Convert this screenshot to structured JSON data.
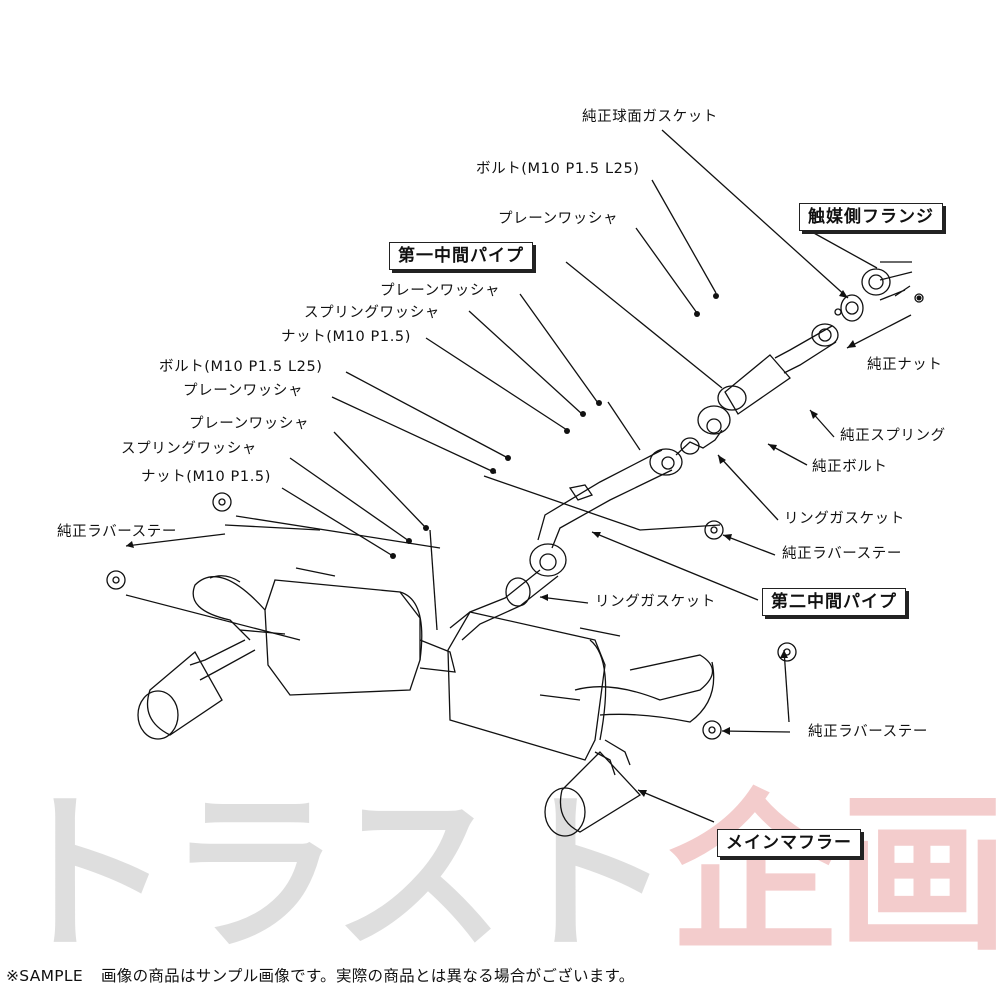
{
  "labels": {
    "genuine_ball_gasket": "純正球面ガスケット",
    "bolt_m10_l25_upper": "ボルト(M10 P1.5 L25)",
    "plain_washer_upper": "プレーンワッシャ",
    "catalyst_flange": "触媒側フランジ",
    "first_middle_pipe": "第一中間パイプ",
    "plain_washer_mid": "プレーンワッシャ",
    "spring_washer_mid": "スプリングワッシャ",
    "nut_m10_mid": "ナット(M10 P1.5)",
    "genuine_nut": "純正ナット",
    "bolt_m10_l25_lower": "ボルト(M10 P1.5 L25)",
    "plain_washer_lower_a": "プレーンワッシャ",
    "plain_washer_lower_b": "プレーンワッシャ",
    "spring_washer_lower": "スプリングワッシャ",
    "genuine_spring": "純正スプリング",
    "nut_m10_lower": "ナット(M10 P1.5)",
    "genuine_bolt": "純正ボルト",
    "genuine_rubber_stay_left": "純正ラバーステー",
    "ring_gasket_upper": "リングガスケット",
    "genuine_rubber_stay_center": "純正ラバーステー",
    "ring_gasket_lower": "リングガスケット",
    "second_middle_pipe": "第二中間パイプ",
    "genuine_rubber_stay_right": "純正ラバーステー",
    "main_muffler": "メインマフラー"
  },
  "watermark": {
    "part1": "トラスト",
    "part2": "企画",
    "color_gray": "#d9d9d9",
    "color_red": "#f2c4c4"
  },
  "footer": {
    "sample": "※SAMPLE",
    "note": "画像の商品はサンプル画像です。実際の商品とは異なる場合がございます。"
  }
}
